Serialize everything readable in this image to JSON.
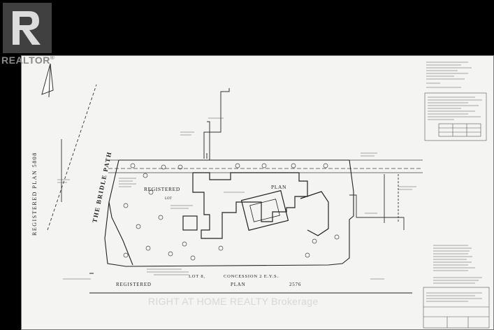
{
  "logo": {
    "text": "REALTOR",
    "trademark": "®"
  },
  "watermark": {
    "text": "RIGHT AT HOME REALTY Brokerage"
  },
  "plan": {
    "registered_plan_left": "REGISTERED  PLAN  5808",
    "street_name": "THE BRIDLE PATH",
    "registered_center": "REGISTERED",
    "plan_center": "PLAN",
    "lot_bottom": "LOT 8,",
    "concession": "CONCESSION 2 E.Y.S.",
    "registered_bottom": "REGISTERED",
    "plan_bottom": "PLAN",
    "plan_number": "2576",
    "lot_center": "LOT"
  },
  "colors": {
    "background": "#000000",
    "sheet": "#f4f4f2",
    "ink": "#222222"
  }
}
